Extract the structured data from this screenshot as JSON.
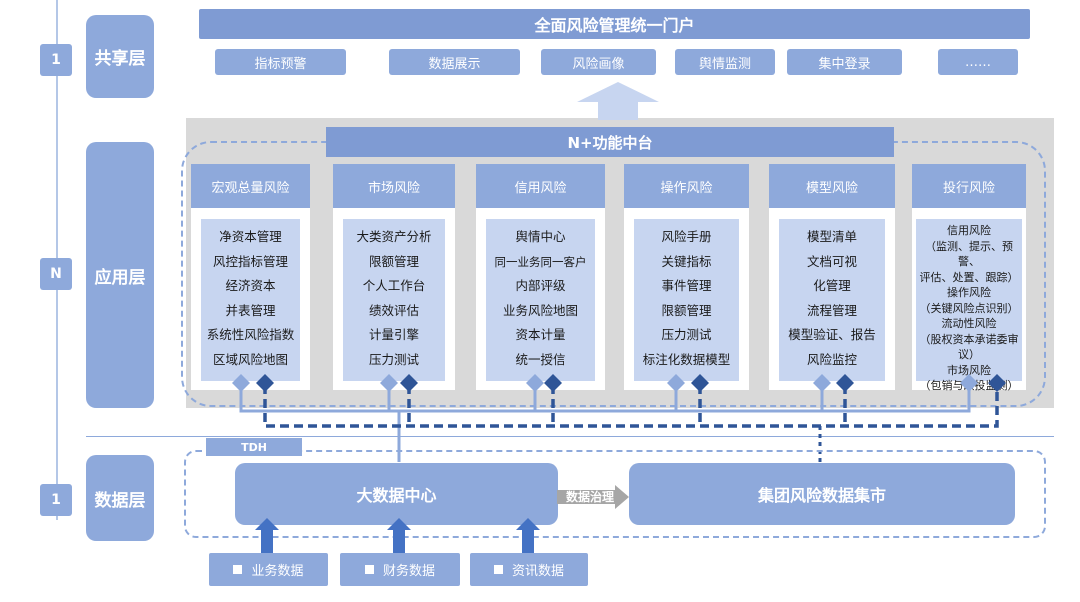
{
  "layers": {
    "shared": {
      "label": "共享层",
      "count": "1"
    },
    "app": {
      "label": "应用层",
      "count": "N"
    },
    "data": {
      "label": "数据层",
      "count": "1"
    }
  },
  "portal": {
    "title": "全面风险管理统一门户",
    "items": [
      "指标预警",
      "数据展示",
      "风险画像",
      "舆情监测",
      "集中登录",
      "……"
    ]
  },
  "center": {
    "title": "N+功能中台"
  },
  "columns": [
    {
      "title": "宏观总量风险",
      "items": [
        "净资本管理",
        "风控指标管理",
        "经济资本",
        "并表管理",
        "系统性风险指数",
        "区域风险地图"
      ]
    },
    {
      "title": "市场风险",
      "items": [
        "大类资产分析",
        "限额管理",
        "个人工作台",
        "绩效评估",
        "计量引擎",
        "压力测试"
      ]
    },
    {
      "title": "信用风险",
      "items": [
        "舆情中心",
        "同一业务同一客户",
        "内部评级",
        "业务风险地图",
        "资本计量",
        "统一授信"
      ]
    },
    {
      "title": "操作风险",
      "items": [
        "风险手册",
        "关键指标",
        "事件管理",
        "限额管理",
        "压力测试",
        "标注化数据模型"
      ]
    },
    {
      "title": "模型风险",
      "items": [
        "模型清单",
        "文档可视",
        "化管理",
        "流程管理",
        "模型验证、报告",
        "风险监控"
      ]
    },
    {
      "title": "投行风险",
      "items": [
        "信用风险",
        "（监测、提示、预警、",
        "评估、处置、跟踪）",
        "操作风险",
        "（关键风险点识别）",
        "流动性风险",
        "（股权资本承诺委审议）",
        "市场风险",
        "（包销与跟投监测）"
      ]
    }
  ],
  "data_layer": {
    "tdh": "TDH",
    "bigdata": "大数据中心",
    "governance": "数据治理",
    "mart": "集团风险数据集市"
  },
  "sources": [
    "业务数据",
    "财务数据",
    "资讯数据"
  ],
  "colors": {
    "block": "#8EA9DB",
    "light": "#C7D5F0",
    "panel": "#D9D9D9",
    "line": "#2F5597",
    "dashed": "#8EA9DB"
  }
}
